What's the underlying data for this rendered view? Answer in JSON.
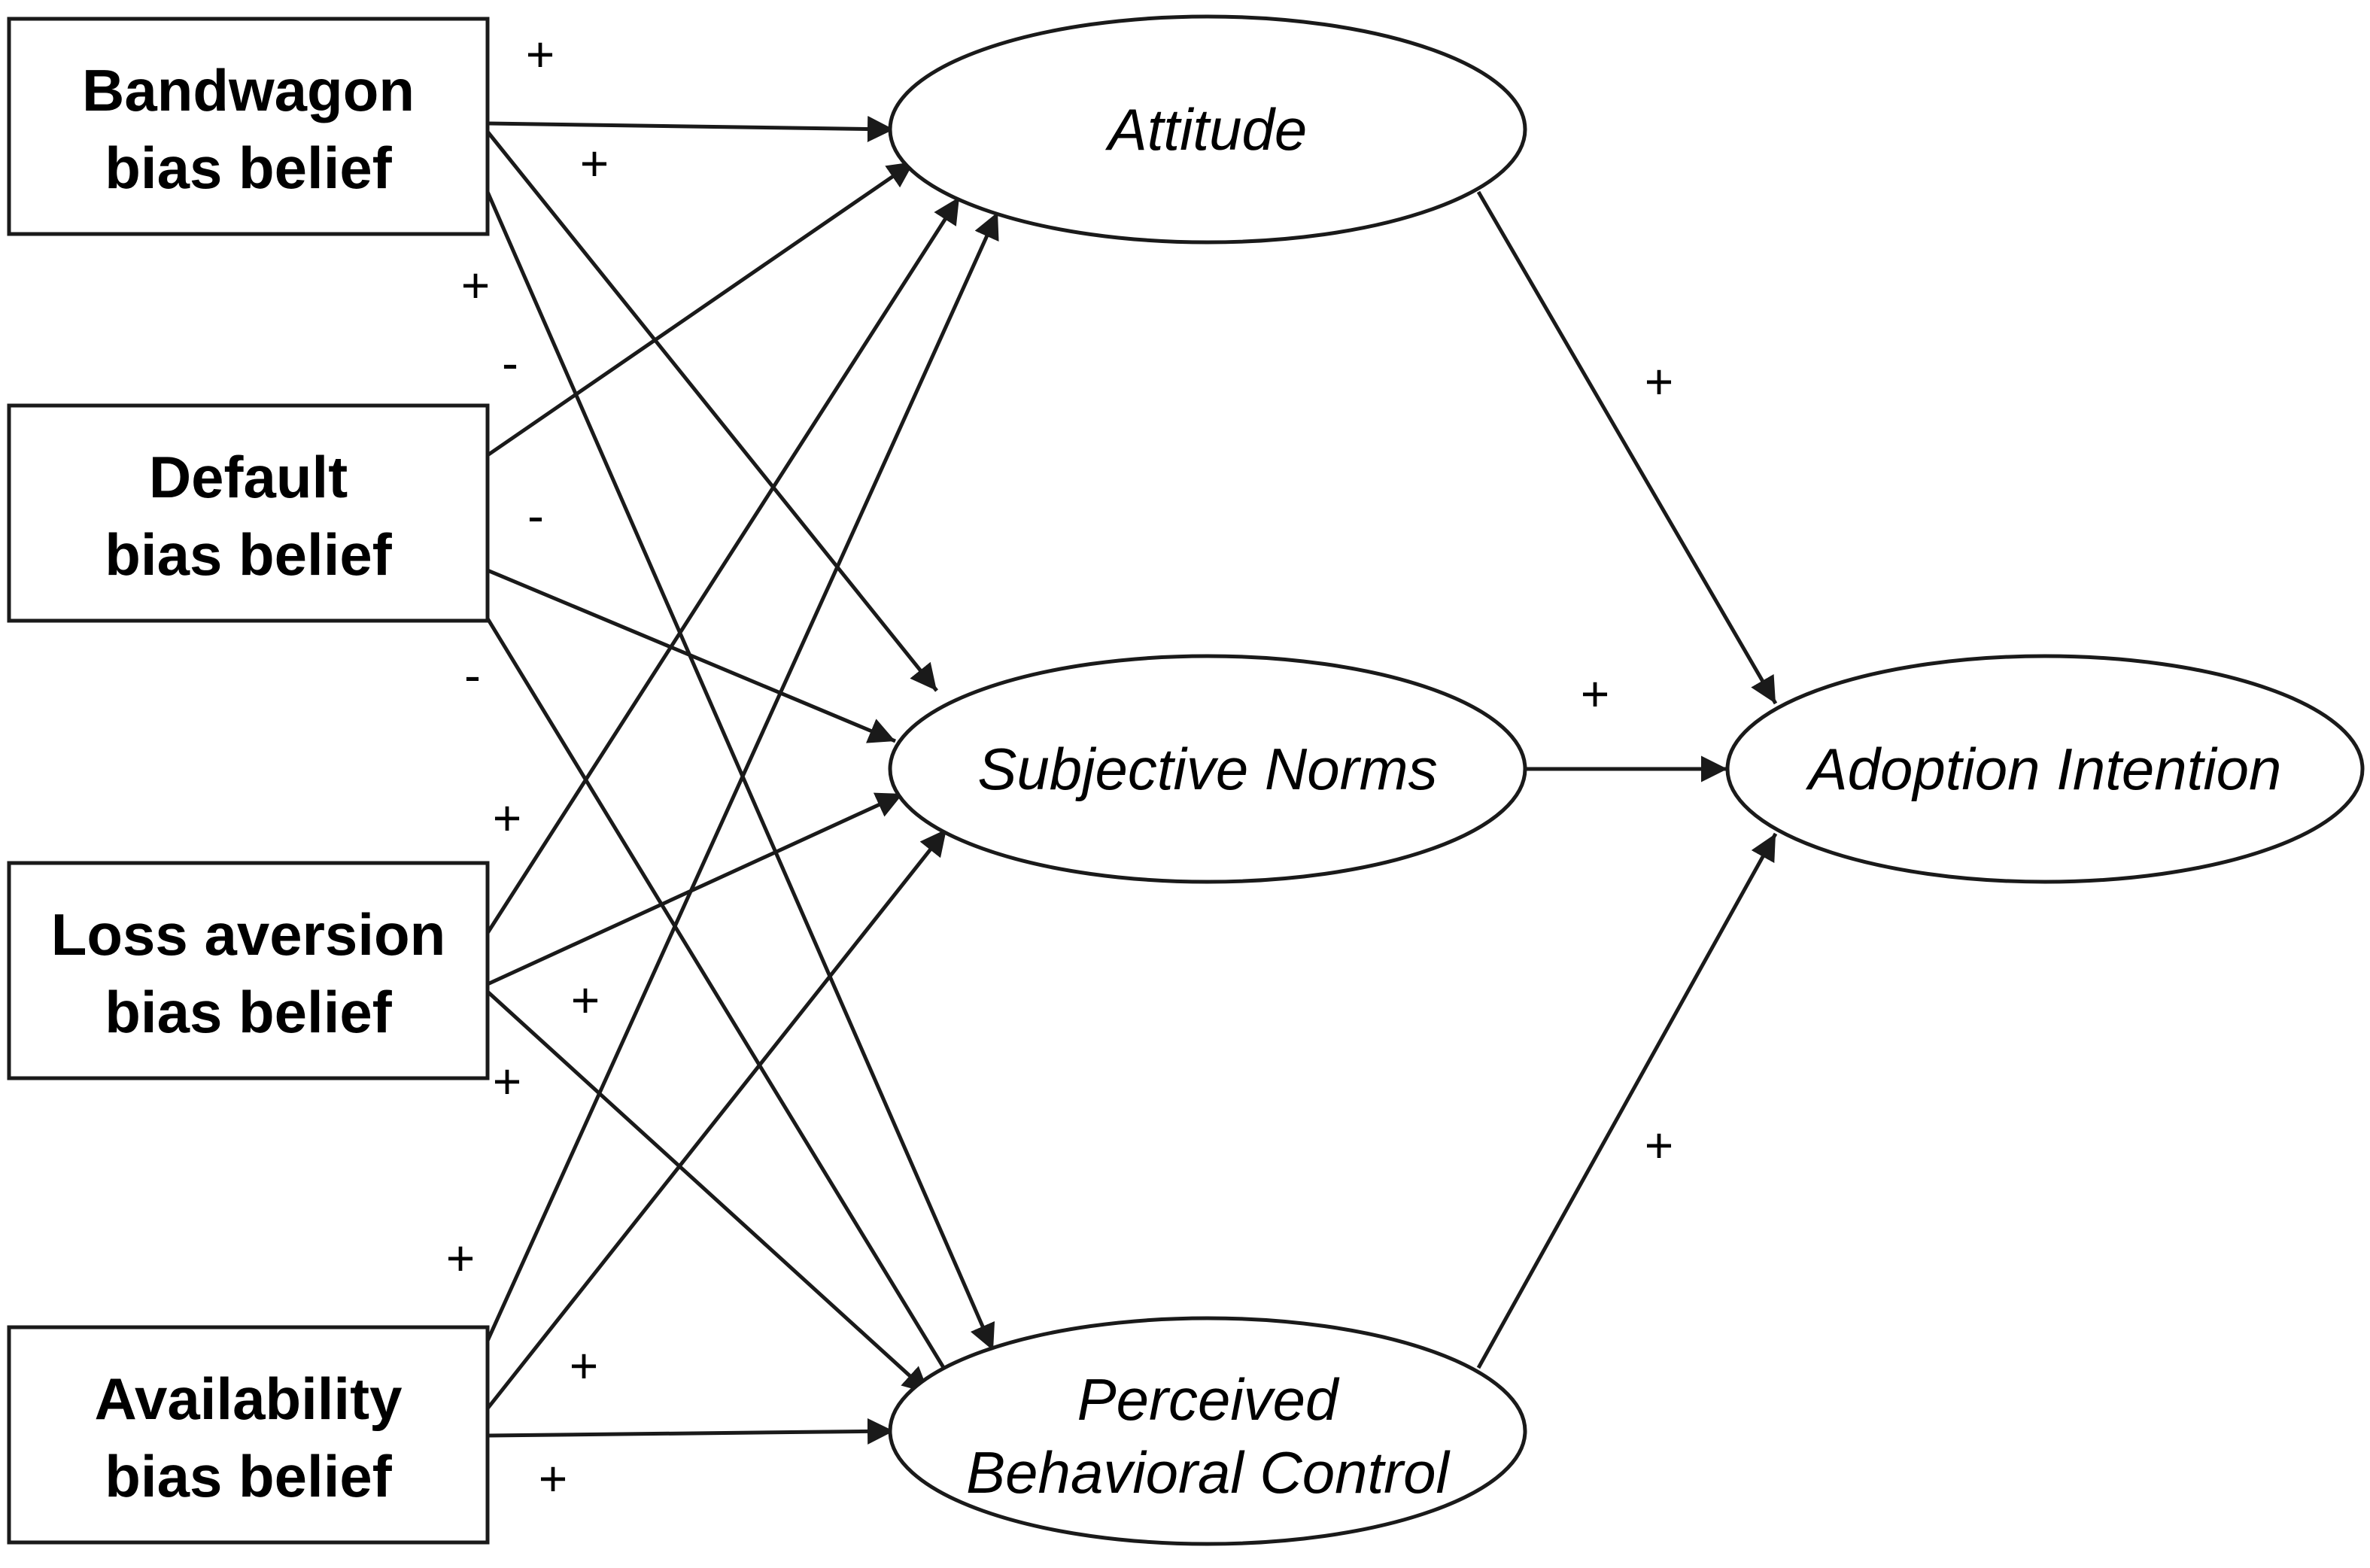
{
  "predictors": [
    {
      "id": "bandwagon",
      "line1": "Bandwagon",
      "line2": "bias belief"
    },
    {
      "id": "default",
      "line1": "Default",
      "line2": "bias belief"
    },
    {
      "id": "loss",
      "line1": "Loss aversion",
      "line2": "bias belief"
    },
    {
      "id": "availability",
      "line1": "Availability",
      "line2": "bias belief"
    }
  ],
  "constructs": [
    {
      "id": "attitude",
      "line1": "Attitude",
      "line2": ""
    },
    {
      "id": "norms",
      "line1": "Subjective Norms",
      "line2": ""
    },
    {
      "id": "pbc",
      "line1": "Perceived",
      "line2": "Behavioral Control"
    }
  ],
  "outcome": {
    "id": "intention",
    "line1": "Adoption Intention",
    "line2": ""
  },
  "paths": [
    {
      "from": "bandwagon",
      "to": "attitude",
      "sign": "+"
    },
    {
      "from": "bandwagon",
      "to": "norms",
      "sign": "+"
    },
    {
      "from": "bandwagon",
      "to": "pbc",
      "sign": "+"
    },
    {
      "from": "default",
      "to": "attitude",
      "sign": "-"
    },
    {
      "from": "default",
      "to": "norms",
      "sign": "-"
    },
    {
      "from": "default",
      "to": "pbc",
      "sign": "-"
    },
    {
      "from": "loss",
      "to": "attitude",
      "sign": "+"
    },
    {
      "from": "loss",
      "to": "norms",
      "sign": "+"
    },
    {
      "from": "loss",
      "to": "pbc",
      "sign": "+"
    },
    {
      "from": "availability",
      "to": "attitude",
      "sign": "+"
    },
    {
      "from": "availability",
      "to": "norms",
      "sign": "+"
    },
    {
      "from": "availability",
      "to": "pbc",
      "sign": "+"
    },
    {
      "from": "attitude",
      "to": "intention",
      "sign": "+"
    },
    {
      "from": "norms",
      "to": "intention",
      "sign": "+"
    },
    {
      "from": "pbc",
      "to": "intention",
      "sign": "+"
    }
  ]
}
